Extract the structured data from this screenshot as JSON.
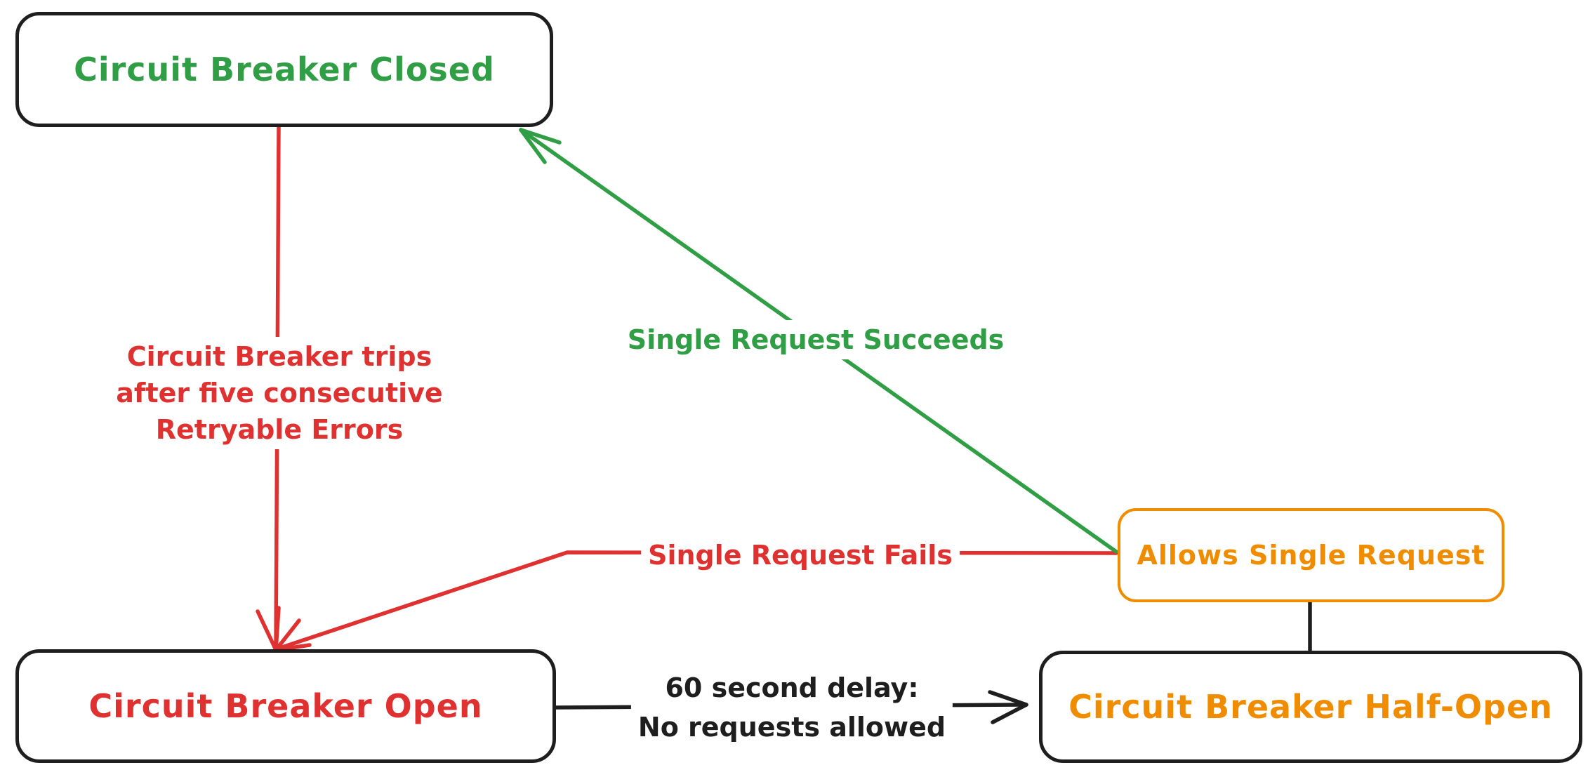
{
  "diagram": {
    "title": "Circuit Breaker state diagram",
    "colors": {
      "green": "#2f9e44",
      "red": "#e03131",
      "orange": "#f08c00",
      "black": "#1e1e1e"
    },
    "nodes": {
      "closed": {
        "label": "Circuit Breaker Closed"
      },
      "open": {
        "label": "Circuit Breaker Open"
      },
      "half_open": {
        "label": "Circuit Breaker Half-Open"
      },
      "allows": {
        "label": "Allows Single Request"
      }
    },
    "edges": {
      "trips": {
        "from": "closed",
        "to": "open",
        "color": "#e03131",
        "lines": [
          "Circuit Breaker trips",
          "after five consecutive",
          "Retryable Errors"
        ]
      },
      "succeeds": {
        "from": "allows",
        "to": "closed",
        "color": "#2f9e44",
        "label": "Single Request Succeeds"
      },
      "fails": {
        "from": "allows",
        "to": "open",
        "color": "#e03131",
        "label": "Single Request Fails"
      },
      "delay": {
        "from": "open",
        "to": "half_open",
        "color": "#1e1e1e",
        "lines": [
          "60 second delay:",
          "No requests allowed"
        ]
      },
      "half_open_allows_connector": {
        "from": "half_open",
        "to": "allows",
        "color": "#1e1e1e",
        "label": ""
      }
    }
  }
}
